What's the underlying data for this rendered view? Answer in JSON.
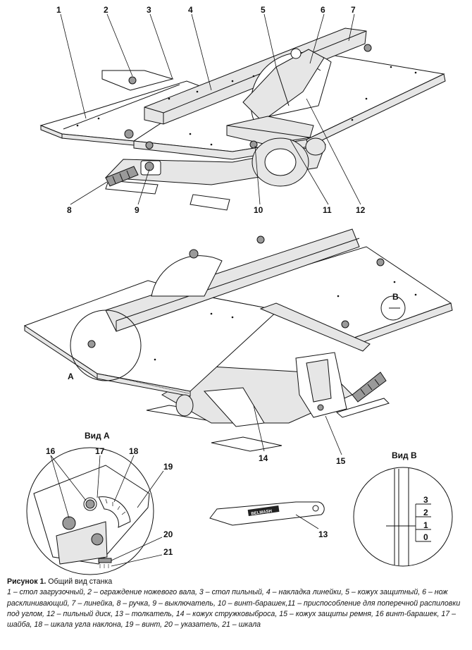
{
  "figure": {
    "callouts_top": [
      "1",
      "2",
      "3",
      "4",
      "5",
      "6",
      "7",
      "8",
      "9",
      "10",
      "11",
      "12"
    ],
    "callouts_middle": [
      "A",
      "B",
      "13",
      "14",
      "15"
    ],
    "callouts_views": [
      "16",
      "17",
      "18",
      "19",
      "20",
      "21"
    ],
    "view_a_title": "Вид А",
    "view_b_title": "Вид В",
    "scale_labels": [
      "3",
      "2",
      "1",
      "0"
    ],
    "pusher_brand": "BELMASH"
  },
  "caption": {
    "title": "Рисунок 1.",
    "name": " Общий вид станка",
    "legend": "1 – стол загрузочный, 2 – ограждение ножевого вала, 3 – стол пильный, 4 – накладка линейки, 5 – кожух защитный, 6 – нож расклинивающий, 7 – линейка, 8 – ручка, 9 – выключатель, 10 – винт-барашек,11 – приспособление для поперечной распиловки под углом, 12 – пильный диск, 13 – толкатель, 14 – кожух стружковыброса, 15 – кожух защиты ремня, 16 винт-барашек, 17 – шайба, 18 – шкала угла наклона, 19 – винт, 20 – указатель, 21 – шкала"
  }
}
